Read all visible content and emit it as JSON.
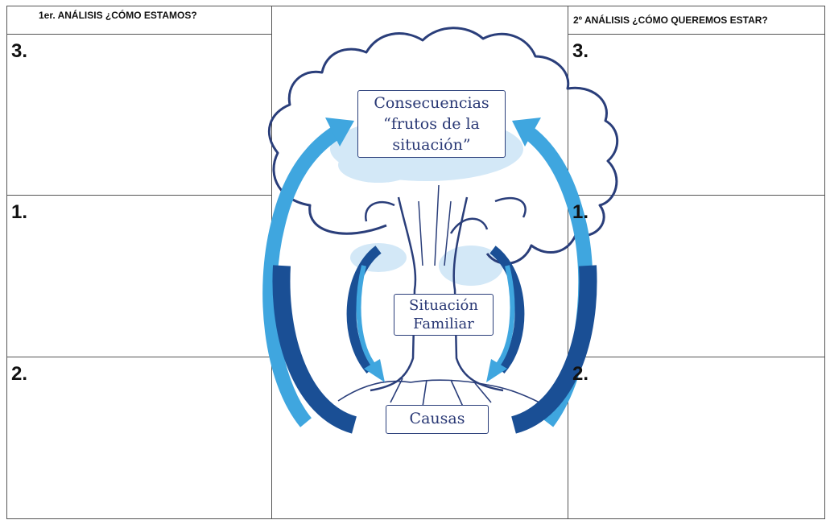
{
  "left_column": {
    "header": "1er. ANÁLISIS ¿CÓMO ESTAMOS?",
    "rows": [
      "3.",
      "1.",
      "2."
    ]
  },
  "right_column": {
    "header": "2º ANÁLISIS ¿CÓMO QUEREMOS ESTAR?",
    "rows": [
      "3.",
      "1.",
      "2."
    ]
  },
  "tree": {
    "consequences_line1": "Consecuencias",
    "consequences_line2": "“frutos de la",
    "consequences_line3": "situación”",
    "situation_line1": "Situación",
    "situation_line2": "Familiar",
    "causes": "Causas"
  },
  "colors": {
    "light_blue": "#3fa6df",
    "dark_blue": "#1a4f95",
    "navy_outline": "#2a3e7a",
    "pale_blue_fill": "#cfe6f6"
  }
}
